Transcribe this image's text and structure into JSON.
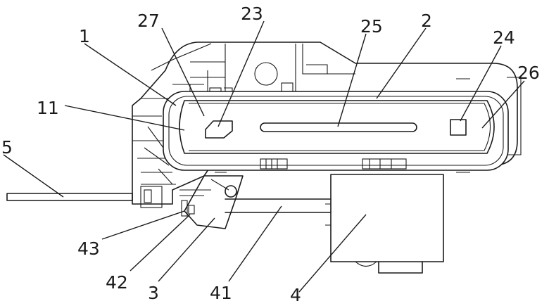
{
  "labels": {
    "l1": "1",
    "l2": "2",
    "l3": "3",
    "l4": "4",
    "l5": "5",
    "l11": "11",
    "l23": "23",
    "l24": "24",
    "l25": "25",
    "l26": "26",
    "l27": "27",
    "l41": "41",
    "l42": "42",
    "l43": "43"
  }
}
